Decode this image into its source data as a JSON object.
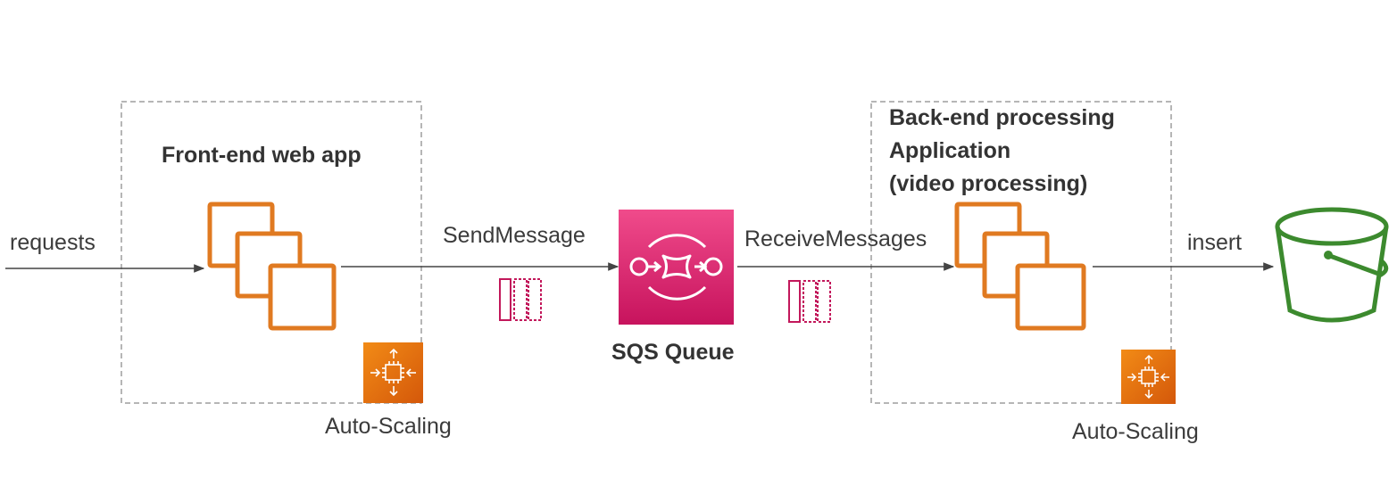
{
  "labels": {
    "requests": "requests",
    "frontend_title": "Front-end web app",
    "send_message": "SendMessage",
    "sqs_queue": "SQS Queue",
    "receive_messages": "ReceiveMessages",
    "backend_title_lines": [
      "Back-end processing",
      "Application",
      "(video processing)"
    ],
    "insert": "insert",
    "auto_scaling_front": "Auto-Scaling",
    "auto_scaling_back": "Auto-Scaling"
  },
  "icons": {
    "frontend_instances": "ec2-instances-icon",
    "backend_instances": "ec2-instances-icon",
    "queue": "sqs-queue-icon",
    "messages": "message-icon",
    "auto_scaling": "auto-scaling-icon",
    "storage": "s3-bucket-icon"
  },
  "colors": {
    "instances": "#e07a21",
    "queue_gradient_top": "#f04b8b",
    "queue_gradient_bottom": "#c7135d",
    "message": "#c2185b",
    "auto_scaling_top": "#f28b16",
    "auto_scaling_bottom": "#d4580a",
    "bucket": "#3c8a2e",
    "group_border": "#9e9e9e",
    "arrow": "#444444"
  }
}
